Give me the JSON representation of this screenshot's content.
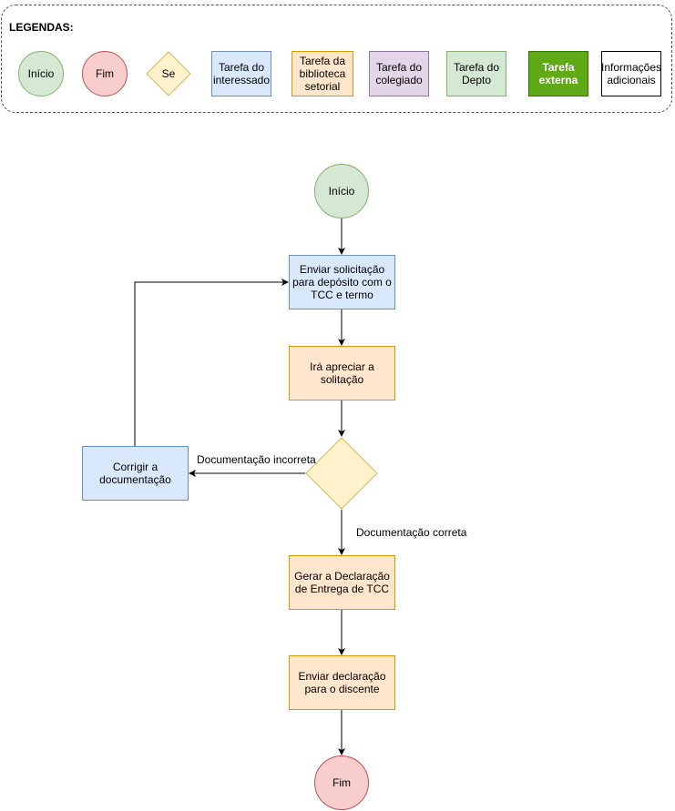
{
  "legend": {
    "title": "LEGENDAS:",
    "items": [
      {
        "key": "inicio",
        "label": "Início"
      },
      {
        "key": "fim",
        "label": "Fim"
      },
      {
        "key": "se",
        "label": "Se"
      },
      {
        "key": "interessado",
        "label": "Tarefa do interessado"
      },
      {
        "key": "biblioteca",
        "label": "Tarefa da biblioteca setorial"
      },
      {
        "key": "colegiado",
        "label": "Tarefa do colegiado"
      },
      {
        "key": "depto",
        "label": "Tarefa do Depto"
      },
      {
        "key": "externa",
        "label": "Tarefa externa"
      },
      {
        "key": "info",
        "label": "Informações adicionais"
      }
    ]
  },
  "flow": {
    "start": "Início",
    "step1": "Enviar solicitação para depósito com o TCC e termo",
    "step2": "Irá apreciar a solitação",
    "decision": "",
    "correct": "Corrigir a documentação",
    "step3": "Gerar a Declaração de Entrega de TCC",
    "step4": "Enviar declaração para o discente",
    "end": "Fim"
  },
  "edges": {
    "incorrect_label": "Documentação incorreta",
    "correct_label": "Documentação correta"
  },
  "colors": {
    "start_fill": "#d5e8d4",
    "start_stroke": "#82b366",
    "end_fill": "#f8cecc",
    "end_stroke": "#b85450",
    "decision_fill": "#fff2cc",
    "decision_stroke": "#d6b656",
    "interessado_fill": "#dae8fc",
    "interessado_stroke": "#6c8ebf",
    "biblioteca_fill": "#ffe6cc",
    "biblioteca_stroke": "#d79b00",
    "colegiado_fill": "#e1d5e7",
    "colegiado_stroke": "#9673a6",
    "depto_fill": "#d5e8d4",
    "depto_stroke": "#82b366",
    "externa_fill": "#60a917",
    "externa_stroke": "#2d7600"
  }
}
